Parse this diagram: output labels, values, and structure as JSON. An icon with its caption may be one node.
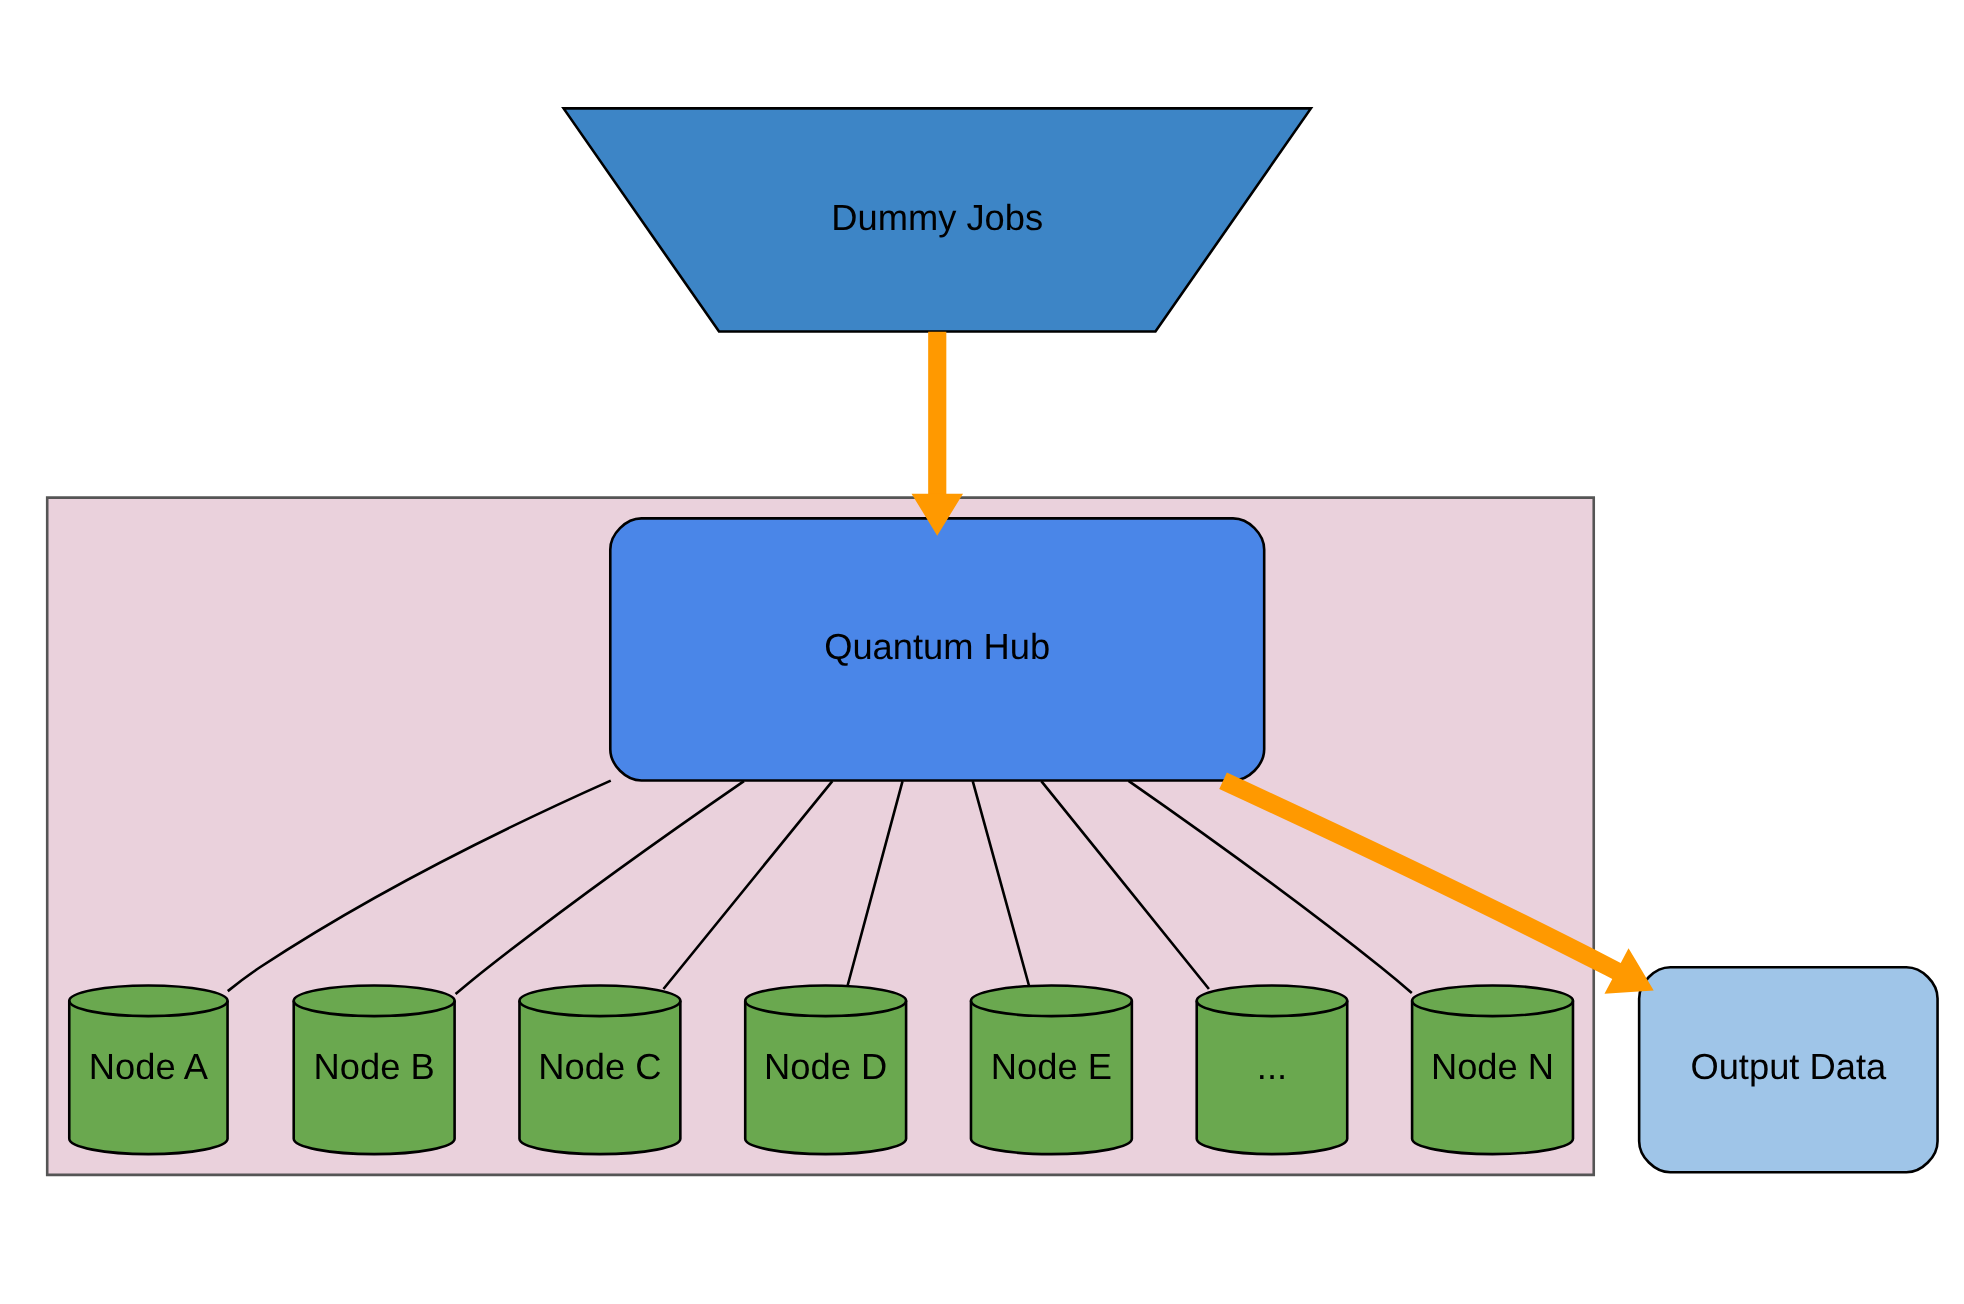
{
  "diagram": {
    "nodes": [
      {
        "text": [],
        "shape": "box"
      },
      {
        "text": [
          "Dummy Jobs"
        ]
      },
      {
        "text": [
          "Quantum Hub"
        ],
        "in": 0
      },
      {
        "text": [
          "Output Data"
        ]
      },
      {
        "text": [
          "Node A"
        ],
        "in": 0
      },
      {
        "text": [
          "Node B"
        ],
        "in": 0
      },
      {
        "text": [
          "Node C"
        ],
        "in": 0
      },
      {
        "text": [
          "Node D"
        ],
        "in": 0
      },
      {
        "text": [
          "Node E"
        ],
        "in": 0
      },
      {
        "text": [
          "..."
        ],
        "in": 0
      },
      {
        "text": [
          "Node N"
        ],
        "in": 0
      }
    ],
    "edges": [
      {
        "from": 1,
        "to": 2,
        "arrow": "to",
        "style": "thick",
        "color": "#ff9900"
      },
      {
        "from": 2,
        "to": 3,
        "arrow": "to",
        "style": "thick",
        "color": "#ff9900"
      },
      {
        "from": 2,
        "to": 4,
        "arrow": "none"
      },
      {
        "from": 2,
        "to": 5,
        "arrow": "none"
      },
      {
        "from": 2,
        "to": 6,
        "arrow": "none"
      },
      {
        "from": 2,
        "to": 7,
        "arrow": "none"
      },
      {
        "from": 2,
        "to": 8,
        "arrow": "none"
      },
      {
        "from": 2,
        "to": 9,
        "arrow": "none"
      },
      {
        "from": 2,
        "to": 10,
        "arrow": "none"
      }
    ]
  }
}
